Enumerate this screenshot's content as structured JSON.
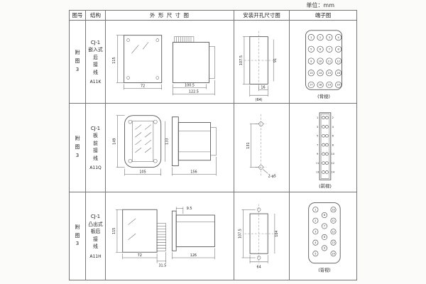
{
  "unit": "单位：mm",
  "header": {
    "fig": "图号",
    "struct": "结构",
    "outline": "外 形 尺 寸 图",
    "mount": "安装开孔尺寸图",
    "terminal": "端子图"
  },
  "rows": [
    {
      "fig": "附\n图\n3",
      "struct": "CJ-1\n嵌入式\n后\n接\n线",
      "model": "A11K",
      "outline": {
        "height": "115",
        "width": "72",
        "depth_body": "100.5",
        "depth_total": "122.5"
      },
      "mount": {
        "cutout_height": "107.5",
        "inner_height": "91",
        "offset": "16",
        "cutout_width": "(64)"
      },
      "terminal": {
        "view": "(背视)",
        "numbers": [
          1,
          2,
          3,
          4,
          5,
          6,
          7,
          8,
          9,
          10,
          11,
          12,
          13,
          14,
          15,
          16,
          17,
          18,
          19,
          20
        ]
      }
    },
    {
      "fig": "附\n图\n3",
      "struct": "CJ-1\n板\n前\n接\n线",
      "model": "A11Q",
      "outline": {
        "height_outer": "149",
        "height_inner": "133",
        "width": "105",
        "depth": "156"
      },
      "mount": {
        "hole_spacing": "131",
        "hole_note": "2-φ5"
      },
      "terminal": {
        "view": "(前视)",
        "numbers": [
          1,
          3,
          5,
          7,
          9,
          11,
          13,
          2,
          4,
          6,
          8,
          10,
          12,
          14
        ]
      }
    },
    {
      "fig": "附\n图\n3",
      "struct": "CJ-1\n凸出式\n板后\n接\n线",
      "model": "A11H",
      "outline": {
        "height": "115",
        "width": "72",
        "pin_depth": "31.5",
        "flange": "9.5",
        "depth": "126"
      },
      "mount": {
        "height_outer": "107.5",
        "hole_spacing": "104",
        "width": "64"
      },
      "terminal": {
        "view": "(背视)",
        "numbers": [
          1,
          2,
          3,
          4,
          5,
          6,
          7,
          8,
          9,
          10,
          11,
          12,
          13,
          14
        ]
      }
    }
  ]
}
